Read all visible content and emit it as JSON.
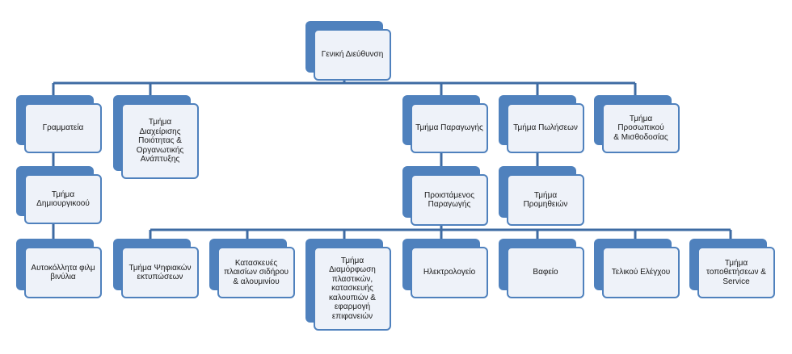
{
  "org_chart": {
    "general_management": "Γενική Διεύθυνση",
    "secretariat": "Γραμματεία",
    "creative_department": "Τμήμα\nΔημιουργικοού",
    "self_adhesive_vinyl": "Αυτοκόλλητα φιλμ\nβινύλια",
    "quality_management": "Τμήμα\nΔιαχείρισης\nΠοιότητας  &\nΟργανωτικής\nΑνάπτυξης",
    "production_department": "Τμήμα Παραγωγής",
    "production_manager": "Προιστάμενος\nΠαραγωγής",
    "sales_department": "Τμήμα Πωλήσεων",
    "procurement_department": "Τμήμα Προμηθειών",
    "hr_payroll": "Τμήμα Προσωπικού\n& Μισθοδοσίας",
    "digital_printing": "Τμήμα Ψηφιακών\nεκτυπώσεων",
    "frame_construction": "Κατασκευές\nπλαισίων σιδήρου\n& αλουμινίου",
    "plastics_molding": "Τμήμα\nΔιαμόρφωση\nπλαστικών,\nκατασκευής\nκαλουπιών &\nεφαρμογή\nεπιφανειών",
    "electrical_shop": "Ηλεκτρολογείο",
    "paint_shop": "Βαφείο",
    "final_inspection": "Τελικού Ελέγχου",
    "installation_service": "Τμήμα\nτοποθετήσεων &\nService"
  }
}
